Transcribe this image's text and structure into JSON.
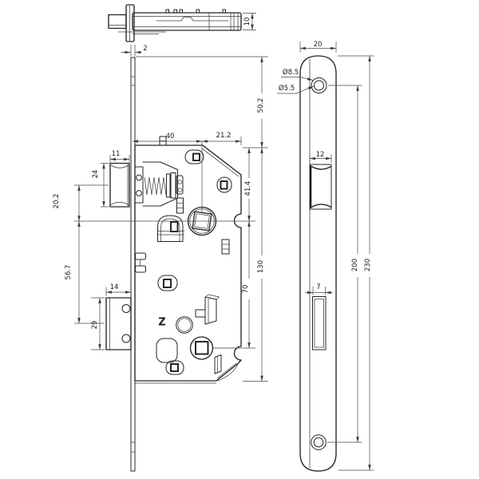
{
  "drawing": {
    "colors": {
      "background": "#ffffff",
      "line": "#2a2a2a",
      "dimension": "#474747"
    },
    "views": {
      "top": {
        "body_height": "10"
      },
      "front": {
        "faceplate_thickness": "2",
        "backset": "40",
        "case_top_width": "21.2",
        "faceplate_to_case_top": "50.2",
        "case_top_to_spindle": "41.4",
        "spindle_to_cylinder": "70",
        "case_height": "130",
        "latch_width": "11",
        "latch_height": "24",
        "latch_to_spindle": "20.2",
        "spindle_to_deadbolt": "56.7",
        "deadbolt_width": "14",
        "deadbolt_height": "29",
        "marking": "Z"
      },
      "side": {
        "faceplate_width": "20",
        "hole_outer_dia": "Ø8.5",
        "hole_inner_dia": "Ø5.5",
        "latch_cutout_width": "12",
        "deadbolt_cutout_width": "7",
        "hole_spacing": "200",
        "faceplate_length": "230"
      }
    }
  }
}
